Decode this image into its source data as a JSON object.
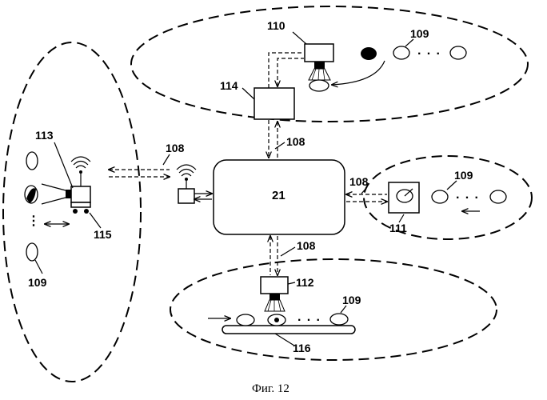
{
  "caption": "Фиг. 12",
  "labels": {
    "center": "21",
    "link": "108",
    "object": "109",
    "camera_top": "110",
    "camera_right": "111",
    "camera_bottom": "112",
    "robot": "113",
    "processor": "114",
    "cart": "115",
    "conveyor": "116"
  },
  "ellipsis": "· · ·",
  "vertical_ellipsis": "⋮"
}
